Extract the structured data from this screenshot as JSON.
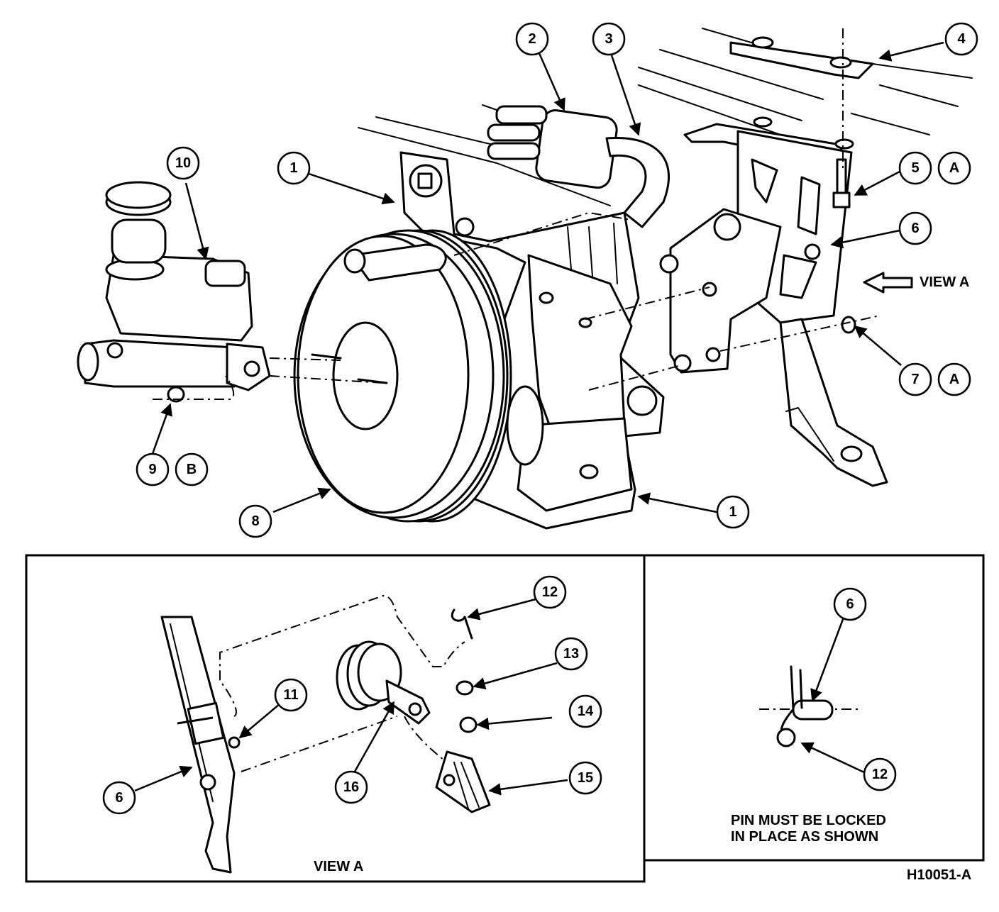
{
  "figure_id": "H10051-A",
  "view_label": "VIEW A",
  "view_a_arrow_label": "VIEW A",
  "note_line1": "PIN MUST BE LOCKED",
  "note_line2": "IN PLACE AS SHOWN",
  "callouts": {
    "c1a": "1",
    "c1b": "1",
    "c2": "2",
    "c3": "3",
    "c4": "4",
    "c5": "5",
    "c5s": "A",
    "c6": "6",
    "c7": "7",
    "c7s": "A",
    "c8": "8",
    "c9": "9",
    "c9s": "B",
    "c10": "10",
    "c6v": "6",
    "c11": "11",
    "c12": "12",
    "c13": "13",
    "c14": "14",
    "c15": "15",
    "c16": "16",
    "c6d": "6",
    "c12d": "12"
  }
}
